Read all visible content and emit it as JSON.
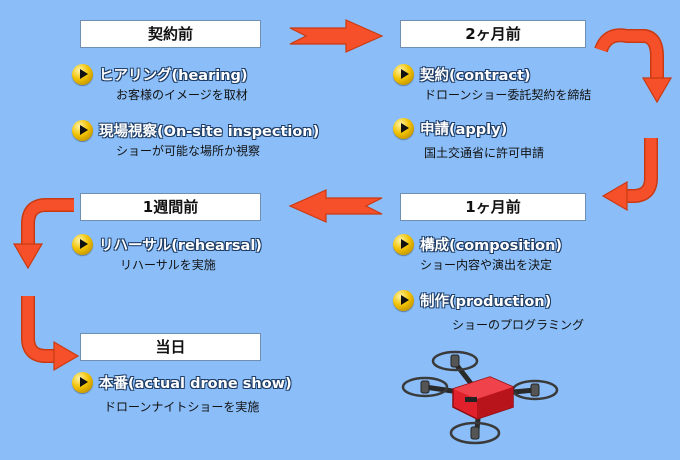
{
  "stages": {
    "before_contract": "契約前",
    "two_months_before": "2ヶ月前",
    "one_month_before": "1ヶ月前",
    "one_week_before": "1週間前",
    "day_of": "当日"
  },
  "items": {
    "hearing": {
      "title": "ヒアリング(hearing)",
      "desc": "お客様のイメージを取材"
    },
    "onsite": {
      "title": "現場視察(On-site inspection)",
      "desc": "ショーが可能な場所か視察"
    },
    "contract": {
      "title": "契約(contract)",
      "desc": "ドローンショー委託契約を締結"
    },
    "apply": {
      "title": "申請(apply)",
      "desc": "国土交通省に許可申請"
    },
    "composition": {
      "title": "構成(composition)",
      "desc": "ショー内容や演出を決定"
    },
    "production": {
      "title": "制作(production)",
      "desc": "ショーのプログラミング"
    },
    "rehearsal": {
      "title": "リハーサル(rehearsal)",
      "desc": "リハーサルを実施"
    },
    "show": {
      "title": "本番(actual drone show)",
      "desc": "ドローンナイトショーを実施"
    }
  },
  "colors": {
    "background": "#8bbef8",
    "arrow": "#f5502a",
    "bullet": "#f2c200",
    "drone": "#e0202a"
  },
  "icons": {
    "bullet": "play-bullet-icon",
    "drone": "drone-icon"
  }
}
